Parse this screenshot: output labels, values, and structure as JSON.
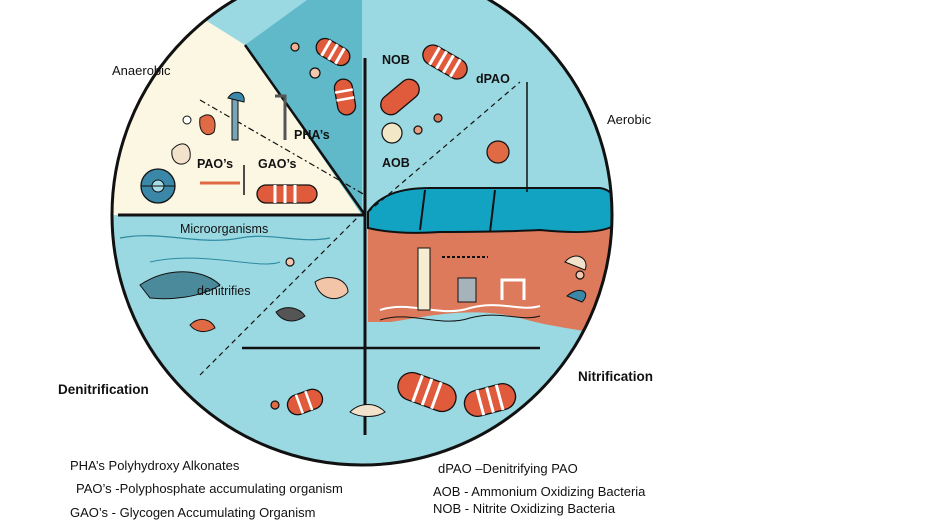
{
  "colors": {
    "water": "#9ad8e2",
    "water_dark": "#5fb9c9",
    "anaerobic_bg": "#fbf7e2",
    "sediment": "#dc7a5b",
    "biofilm": "#12a3c2",
    "capsule": "#e05a3c",
    "outline": "#111111"
  },
  "regions": {
    "anaerobic": "Anaerobic",
    "aerobic": "Aerobic",
    "denitrification": "Denitrification",
    "nitrification": "Nitrification"
  },
  "labels": {
    "nob": "NOB",
    "dpao": "dPAO",
    "aob": "AOB",
    "phas": "PHA’s",
    "paos": "PAO’s",
    "gaos": "GAO’s",
    "microorganisms": "Microorganisms",
    "denitrifies": "denitrifies"
  },
  "legend": {
    "left": [
      "PHA’s Polyhydroxy Alkonates",
      "PAO’s -Polyphosphate accumulating organism",
      "GAO’s - Glycogen Accumulating Organism"
    ],
    "right": [
      "dPAO –Denitrifying PAO",
      "AOB - Ammonium Oxidizing Bacteria",
      "NOB - Nitrite Oxidizing Bacteria"
    ]
  }
}
